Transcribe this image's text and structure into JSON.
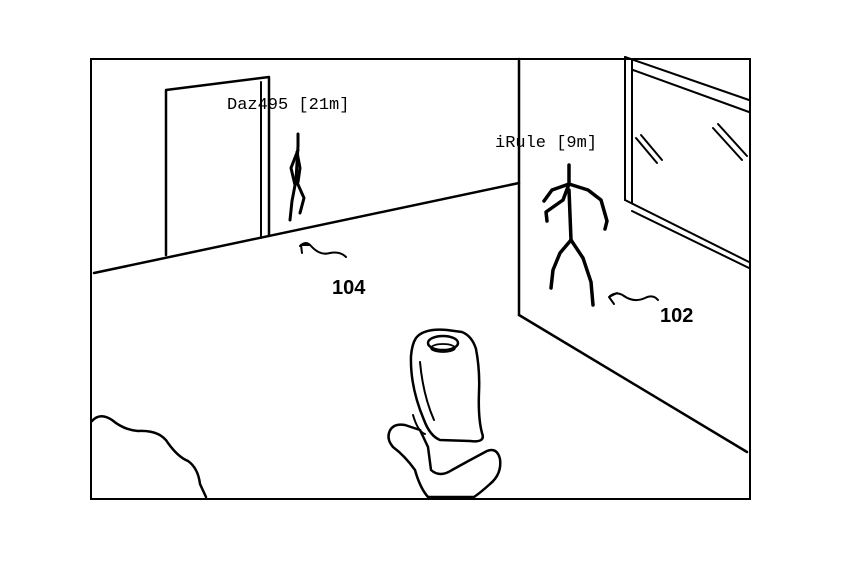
{
  "players": [
    {
      "id": "far",
      "tag": "Daz495 [21m]"
    },
    {
      "id": "near",
      "tag": "iRule [9m]"
    }
  ],
  "reference_numerals": {
    "far_player": "104",
    "near_player": "102"
  },
  "colors": {
    "line": "#000000",
    "background": "#ffffff"
  }
}
